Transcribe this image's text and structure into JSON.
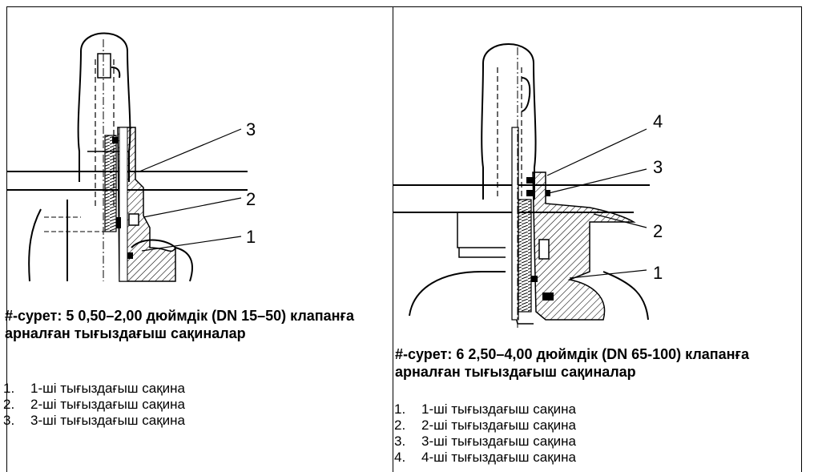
{
  "figures": [
    {
      "caption": "#-сурет: 5 0,50–2,00 дюймдік (DN 15–50) клапанға арналған тығыздағыш сақиналар",
      "callouts": [
        "3",
        "2",
        "1"
      ],
      "legend": [
        {
          "num": "1.",
          "text": "1-ші тығыздағыш сақина"
        },
        {
          "num": "2.",
          "text": "2-ші тығыздағыш сақина"
        },
        {
          "num": "3.",
          "text": "3-ші тығыздағыш сақина"
        }
      ]
    },
    {
      "caption": "#-сурет: 6 2,50–4,00 дюймдік (DN 65-100) клапанға арналған тығыздағыш сақиналар",
      "callouts": [
        "4",
        "3",
        "2",
        "1"
      ],
      "legend": [
        {
          "num": "1.",
          "text": "1-ші тығыздағыш сақина"
        },
        {
          "num": "2.",
          "text": "2-ші тығыздағыш сақина"
        },
        {
          "num": "3.",
          "text": "3-ші тығыздағыш сақина"
        },
        {
          "num": "4.",
          "text": "4-ші тығыздағыш сақина"
        }
      ]
    }
  ]
}
